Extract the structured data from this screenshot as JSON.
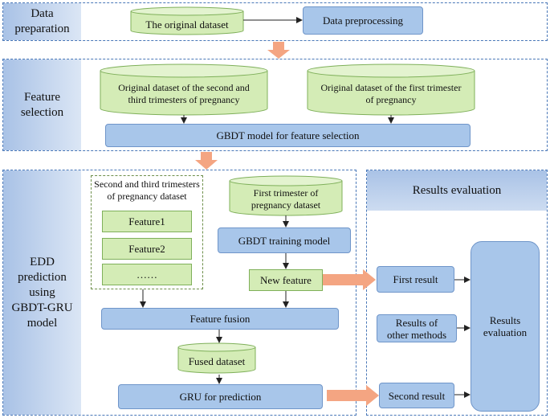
{
  "sections": {
    "data_preparation": "Data\npreparation",
    "feature_selection": "Feature\nselection",
    "edd_prediction": "EDD\nprediction\nusing\nGBDT-GRU\nmodel",
    "results_evaluation": "Results evaluation"
  },
  "nodes": {
    "original_dataset": "The original dataset",
    "data_preprocessing": "Data preprocessing",
    "second_third_dataset": "Original dataset of the second and\nthird trimesters of pregnancy",
    "first_trimester_dataset": "Original dataset of the first trimester\nof pregnancy",
    "gbdt_feature_selection": "GBDT model for feature selection",
    "second_third_group_title": "Second and third trimesters\nof pregnancy dataset",
    "feature1": "Feature1",
    "feature2": "Feature2",
    "feature_more": "……",
    "first_trimester_cyl": "First trimester of\npregnancy dataset",
    "gbdt_training": "GBDT training model",
    "new_feature": "New feature",
    "feature_fusion": "Feature fusion",
    "fused_dataset": "Fused dataset",
    "gru_prediction": "GRU for prediction",
    "first_result": "First result",
    "other_methods": "Results of\nother methods",
    "second_result": "Second result",
    "results_evaluation_box": "Results\nevaluation"
  },
  "colors": {
    "blue_box": "#a8c6ea",
    "green_cylinder": "#d4ecb6",
    "dashed_border": "#4a78b8",
    "orange_arrow": "#f4a582"
  }
}
